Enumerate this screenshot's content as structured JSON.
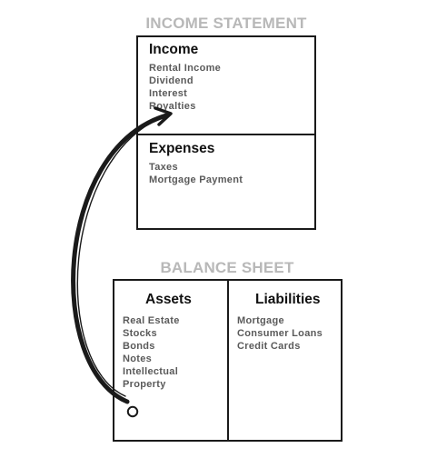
{
  "income_statement": {
    "title": "INCOME STATEMENT",
    "income": {
      "heading": "Income",
      "items": [
        "Rental Income",
        "Dividend",
        "Interest",
        "Royalties"
      ]
    },
    "expenses": {
      "heading": "Expenses",
      "items": [
        "Taxes",
        "Mortgage Payment"
      ]
    }
  },
  "balance_sheet": {
    "title": "BALANCE SHEET",
    "assets": {
      "heading": "Assets",
      "items": [
        "Real Estate",
        "Stocks",
        "Bonds",
        "Notes",
        "Intellectual",
        "Property"
      ]
    },
    "liabilities": {
      "heading": "Liabilities",
      "items": [
        "Mortgage",
        "Consumer Loans",
        "Credit Cards"
      ]
    }
  },
  "colors": {
    "title_gray": "#b8b8b8",
    "border": "#1a1a1a",
    "item_text": "#5a5a5a",
    "arrow": "#1a1a1a"
  },
  "icons": {
    "flow_arrow": "curved-arrow-from-assets-to-income"
  }
}
